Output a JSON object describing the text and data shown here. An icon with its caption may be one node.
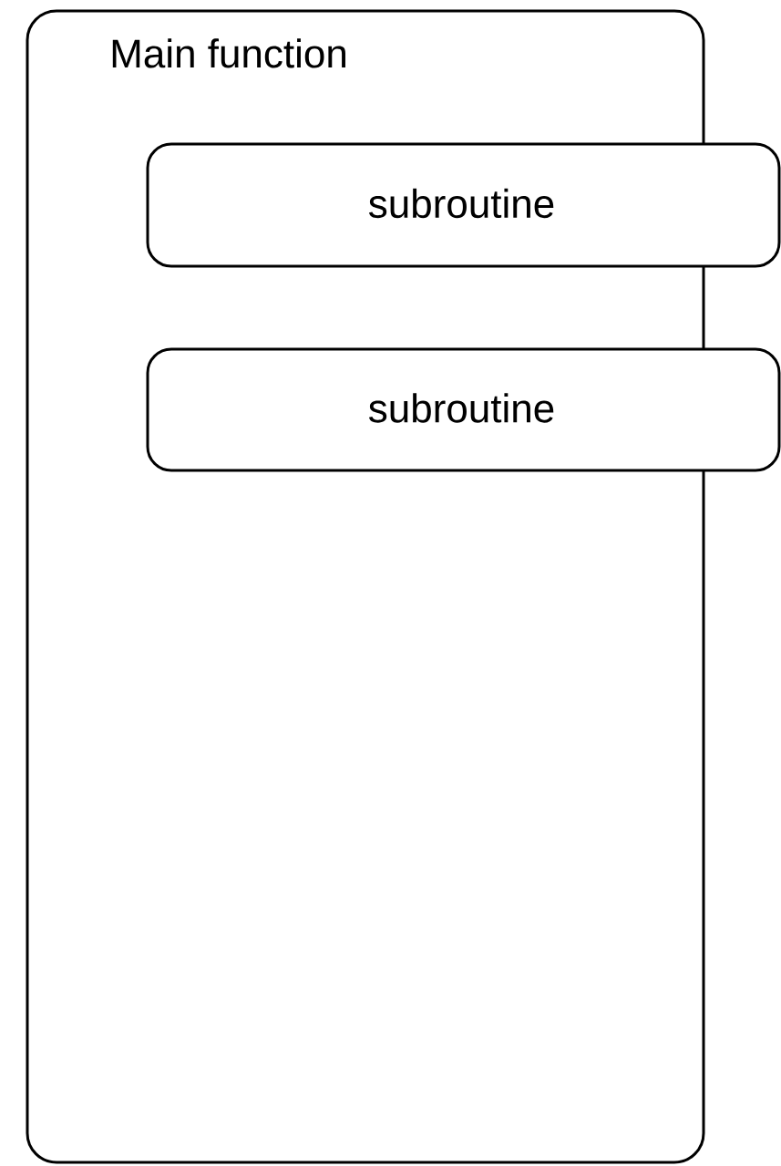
{
  "diagram": {
    "nodes": [
      {
        "text": [
          "Main function"
        ]
      },
      {
        "text": [
          "subroutine"
        ]
      },
      {
        "text": [
          "subroutine"
        ]
      }
    ]
  }
}
